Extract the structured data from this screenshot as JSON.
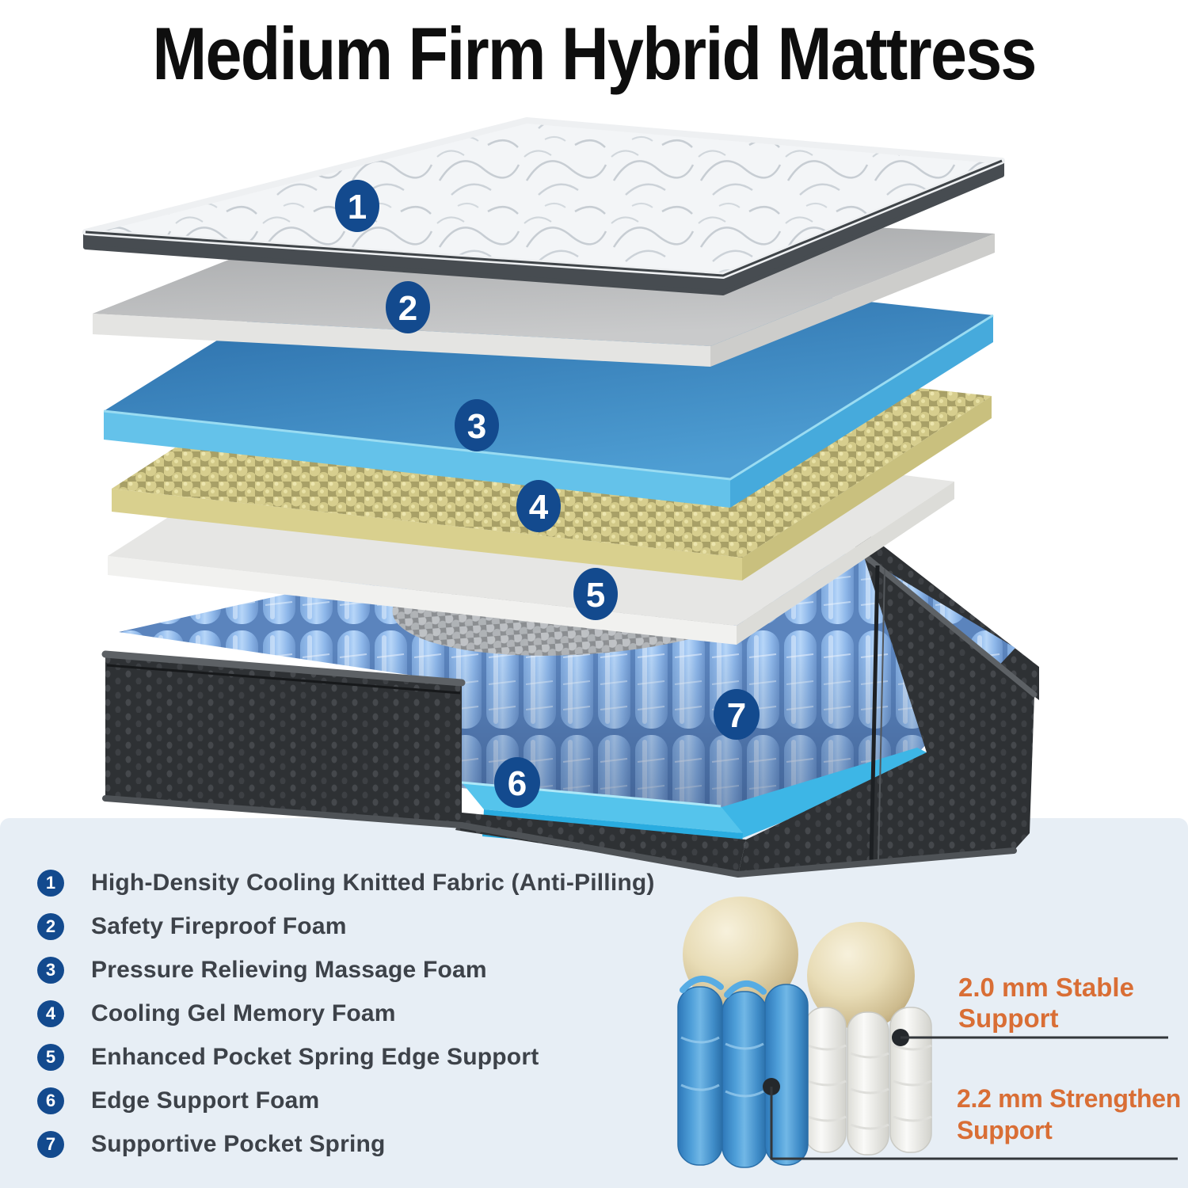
{
  "title": "Medium Firm Hybrid Mattress",
  "layers": [
    {
      "num": "1",
      "label": "High-Density Cooling Knitted Fabric (Anti-Pilling)"
    },
    {
      "num": "2",
      "label": "Safety Fireproof Foam"
    },
    {
      "num": "3",
      "label": "Pressure Relieving Massage Foam"
    },
    {
      "num": "4",
      "label": "Cooling Gel Memory Foam"
    },
    {
      "num": "5",
      "label": "Enhanced Pocket Spring Edge Support"
    },
    {
      "num": "6",
      "label": "Edge Support Foam"
    },
    {
      "num": "7",
      "label": "Supportive Pocket Spring"
    }
  ],
  "detail": {
    "stable": {
      "line1": "2.0 mm Stable",
      "line2": "Support"
    },
    "strengthen": {
      "line1": "2.2 mm Strengthen",
      "line2": "Support"
    }
  },
  "colors": {
    "badge_navy": "#134a8e",
    "annotation_orange": "#d96e35",
    "panel_blue": "#e7eef5",
    "gel_foam_blue": "#3f8cc8",
    "edge_foam_cyan": "#2fb0e4",
    "memory_foam_yellow": "#d7ce8e",
    "spring_blue": "#8fbcee",
    "fabric_dark": "#2e3134"
  }
}
